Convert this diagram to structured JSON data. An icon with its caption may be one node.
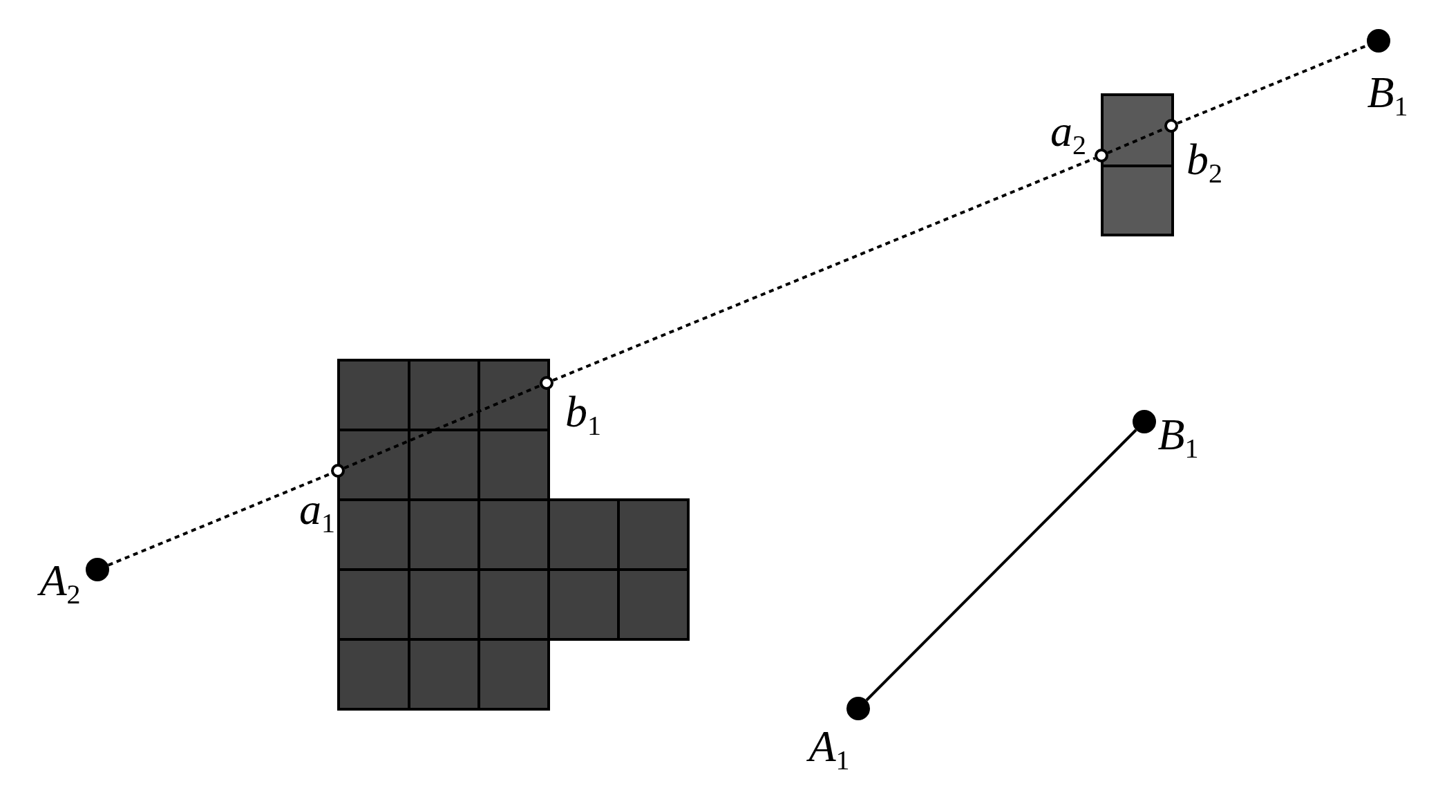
{
  "diagram": {
    "nodes": [
      {
        "text": [],
        "shape": "circle",
        "beside": [
          "*B*$_{1}$"
        ]
      },
      {
        "text": [],
        "shape": "circle",
        "beside": [
          "*a*$_{2}$"
        ]
      },
      {
        "text": [],
        "shape": "circle",
        "beside": [
          "*b*$_{2}$"
        ]
      },
      {
        "text": [],
        "shape": "circle",
        "beside": [
          "*b*$_{1}$"
        ]
      },
      {
        "text": [],
        "shape": "circle",
        "beside": [
          "*a*$_{1}$"
        ]
      },
      {
        "text": [],
        "shape": "circle",
        "beside": [
          "*A*$_{2}$"
        ]
      },
      {
        "text": [],
        "shape": "circle",
        "beside": [
          "*B*$_{1}$"
        ]
      },
      {
        "text": [],
        "shape": "circle",
        "beside": [
          "*A*$_{1}$"
        ]
      }
    ],
    "edges": [
      {
        "from": 5,
        "to": 4,
        "arrow": "none",
        "style": "dashed"
      },
      {
        "from": 4,
        "to": 3,
        "arrow": "none",
        "style": "dashed"
      },
      {
        "from": 3,
        "to": 1,
        "arrow": "none",
        "style": "dashed"
      },
      {
        "from": 1,
        "to": 2,
        "arrow": "none",
        "style": "dashed"
      },
      {
        "from": 2,
        "to": 0,
        "arrow": "none",
        "style": "dashed"
      },
      {
        "from": 7,
        "to": 6,
        "arrow": "none"
      }
    ]
  }
}
